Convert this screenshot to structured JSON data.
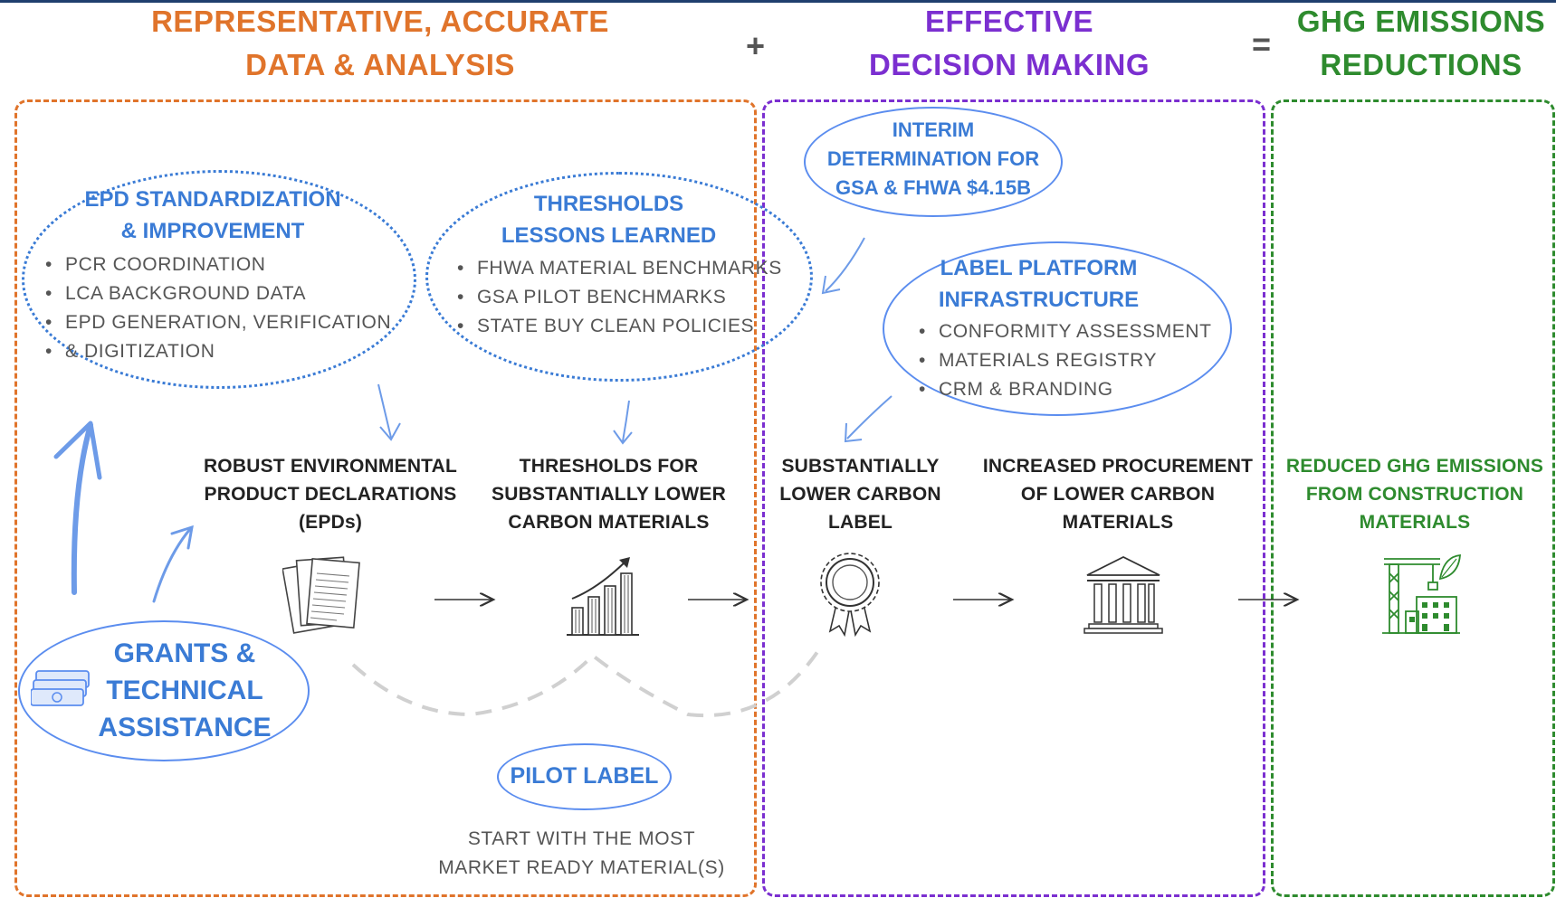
{
  "headers": {
    "data": {
      "line1": "REPRESENTATIVE, ACCURATE",
      "line2": "DATA & ANALYSIS",
      "color": "#e0742b"
    },
    "decision": {
      "line1": "EFFECTIVE",
      "line2": "DECISION MAKING",
      "color": "#7b2fd0"
    },
    "ghg": {
      "line1": "GHG EMISSIONS",
      "line2": "REDUCTIONS",
      "color": "#2e8b2e"
    },
    "plus": "+",
    "equals": "="
  },
  "bubbles": {
    "epd": {
      "title1": "EPD STANDARDIZATION",
      "title2": "& IMPROVEMENT",
      "items": [
        "PCR COORDINATION",
        "LCA BACKGROUND DATA",
        "EPD GENERATION, VERIFICATION",
        "& DIGITIZATION"
      ]
    },
    "thresholds": {
      "title1": "THRESHOLDS",
      "title2": "LESSONS LEARNED",
      "items": [
        "FHWA MATERIAL BENCHMARKS",
        "GSA PILOT BENCHMARKS",
        "STATE BUY CLEAN POLICIES"
      ]
    },
    "interim": {
      "line1": "INTERIM",
      "line2": "DETERMINATION FOR",
      "line3": "GSA & FHWA $4.15B"
    },
    "label_platform": {
      "title1": "LABEL PLATFORM",
      "title2": "INFRASTRUCTURE",
      "items": [
        "CONFORMITY ASSESSMENT",
        "MATERIALS REGISTRY",
        "CRM & BRANDING"
      ]
    },
    "grants": {
      "line1": "GRANTS &",
      "line2": "TECHNICAL",
      "line3": "ASSISTANCE"
    },
    "pilot": {
      "label": "PILOT LABEL"
    }
  },
  "stages": {
    "epds": {
      "line1": "ROBUST ENVIRONMENTAL",
      "line2": "PRODUCT DECLARATIONS",
      "line3": "(EPDs)",
      "icon": "documents-icon"
    },
    "thresholds": {
      "line1": "THRESHOLDS FOR",
      "line2": "SUBSTANTIALLY LOWER",
      "line3": "CARBON MATERIALS",
      "icon": "bar-chart-icon"
    },
    "label": {
      "line1": "SUBSTANTIALLY",
      "line2": "LOWER CARBON",
      "line3": "LABEL",
      "icon": "award-badge-icon"
    },
    "procurement": {
      "line1": "INCREASED PROCUREMENT",
      "line2": "OF LOWER CARBON",
      "line3": "MATERIALS",
      "icon": "government-building-icon"
    },
    "reduced": {
      "line1": "REDUCED GHG EMISSIONS",
      "line2": "FROM CONSTRUCTION",
      "line3": "MATERIALS",
      "icon": "construction-crane-icon",
      "color": "#2e8b2e"
    }
  },
  "note": {
    "line1": "START WITH THE MOST",
    "line2": "MARKET READY MATERIAL(S)"
  }
}
